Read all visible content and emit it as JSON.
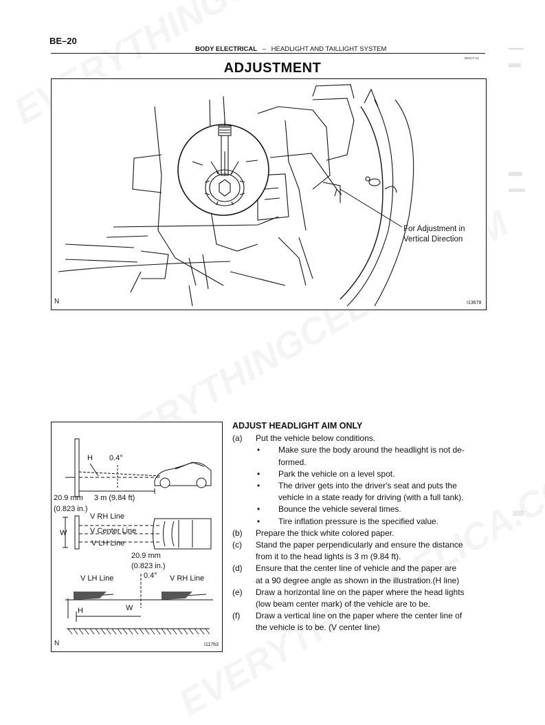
{
  "page_number": "BE–20",
  "header": {
    "section": "BODY ELECTRICAL",
    "dash": "–",
    "subsection": "HEADLIGHT AND TAILLIGHT SYSTEM",
    "code": "BE0CF-01"
  },
  "title": "ADJUSTMENT",
  "figure1": {
    "callout": [
      "For Adjustment in",
      "Vertical Direction"
    ],
    "corner_label": "N",
    "figure_id": "I13678"
  },
  "figure2": {
    "h_label": "H",
    "angle_top": "0.4°",
    "dim_mm_left": "20.9 mm",
    "distance": "3 m (9.84 ft)",
    "dim_in_left": "(0.823 in.)",
    "w_label": "W",
    "v_rh_line": "V RH Line",
    "v_center_line": "V Center Line",
    "v_lh_line": "V LH Line",
    "dim_mm_right": "20.9 mm",
    "dim_in_right": "(0.823 in.)",
    "v_lh_line_bottom": "V LH Line",
    "angle_bottom": "0.4°",
    "v_rh_line_bottom": "V RH Line",
    "w_bottom": "W",
    "h_bottom": "H",
    "corner_label": "N",
    "figure_id": "I11763"
  },
  "procedure": {
    "heading": "ADJUST HEADLIGHT AIM ONLY",
    "a": {
      "label": "(a)",
      "text": "Put the vehicle below conditions."
    },
    "bullets": [
      {
        "mark": "•",
        "lines": [
          "Make sure the body around the headlight is not de-",
          "formed."
        ]
      },
      {
        "mark": "•",
        "lines": [
          "Park the vehicle on a level spot."
        ]
      },
      {
        "mark": "•",
        "lines": [
          "The driver gets into the driver's seat and puts the",
          "vehicle in a state ready for driving (with a full tank)."
        ]
      },
      {
        "mark": "•",
        "lines": [
          "Bounce the vehicle several times."
        ]
      },
      {
        "mark": "•",
        "lines": [
          "Tire inflation pressure is the specified value."
        ]
      }
    ],
    "b": {
      "label": "(b)",
      "lines": [
        "Prepare the thick white colored paper."
      ]
    },
    "c": {
      "label": "(c)",
      "lines": [
        "Stand the paper perpendicularly and ensure the distance",
        "from it to the head lights is 3 m (9.84 ft)."
      ]
    },
    "d": {
      "label": "(d)",
      "lines": [
        "Ensure that the center line of vehicle and the paper are",
        "at a 90 degree angle as shown in the illustration.(H line)"
      ]
    },
    "e": {
      "label": "(e)",
      "lines": [
        "Draw a horizontal line on the paper where the head lights",
        "(low beam center mark) of the vehicle are to be."
      ]
    },
    "f": {
      "label": "(f)",
      "lines": [
        "Draw a vertical line on the paper where the center line of",
        "the vehicle is to be. (V center line)"
      ]
    }
  },
  "watermark": "EVERYTHINGCELICA.COM"
}
